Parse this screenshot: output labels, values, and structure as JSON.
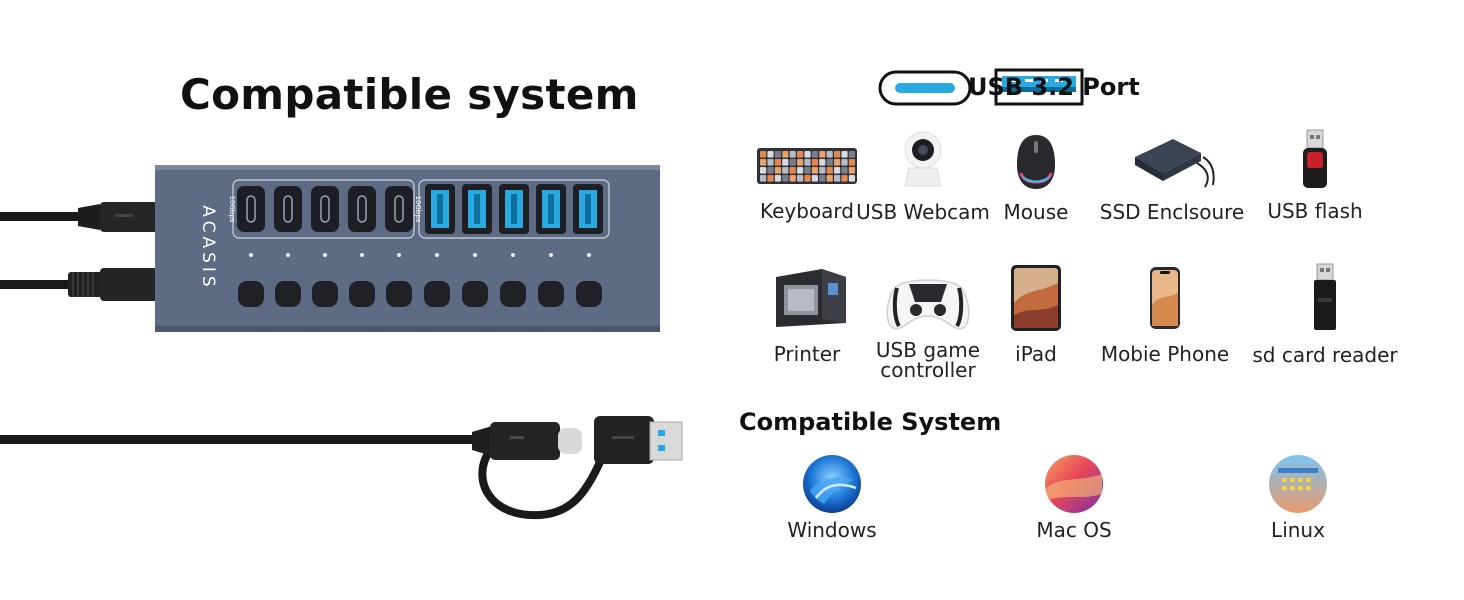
{
  "left": {
    "title": "Compatible system",
    "hub_brand": "ACASIS",
    "port_speed_label": "10Gbps"
  },
  "ports": {
    "label": "USB 3.2 Port",
    "usb_c_color": "#29a9e0",
    "usb_a_color": "#29a9e0"
  },
  "devices": [
    {
      "label": "Keyboard",
      "icon": "keyboard-icon"
    },
    {
      "label": "USB Webcam",
      "icon": "webcam-icon"
    },
    {
      "label": "Mouse",
      "icon": "mouse-icon"
    },
    {
      "label": "SSD Enclsoure",
      "icon": "ssd-enclosure-icon"
    },
    {
      "label": "USB flash",
      "icon": "usb-flash-icon"
    },
    {
      "label": "Printer",
      "icon": "printer-icon"
    },
    {
      "label": "USB game controller",
      "icon": "game-controller-icon"
    },
    {
      "label": "iPad",
      "icon": "ipad-icon"
    },
    {
      "label": "Mobie Phone",
      "icon": "mobile-phone-icon"
    },
    {
      "label": "sd card reader",
      "icon": "sd-card-reader-icon"
    }
  ],
  "systems": {
    "title": "Compatible System",
    "items": [
      {
        "label": "Windows",
        "icon": "windows-icon"
      },
      {
        "label": "Mac OS",
        "icon": "macos-icon"
      },
      {
        "label": "Linux",
        "icon": "linux-icon"
      }
    ]
  },
  "colors": {
    "hub_body": "#5d6b85",
    "cable": "#1a1a1a",
    "accent_blue": "#29a9e0"
  }
}
